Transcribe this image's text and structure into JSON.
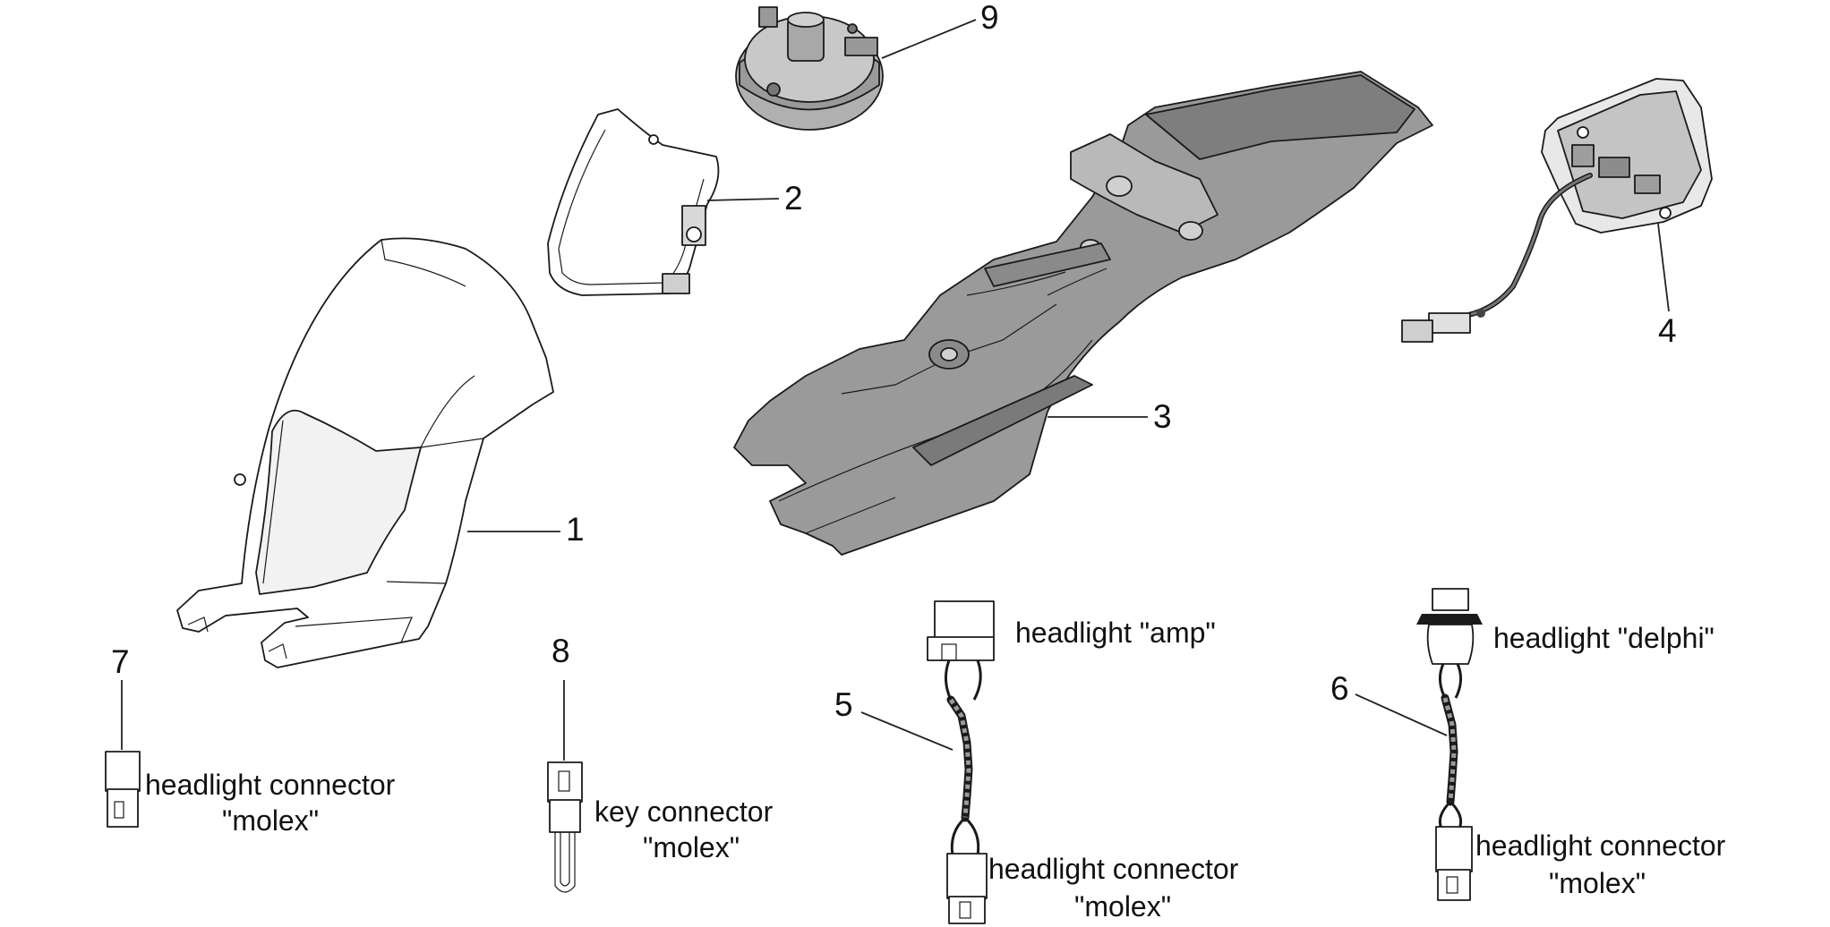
{
  "callouts": {
    "c1": "1",
    "c2": "2",
    "c3": "3",
    "c4": "4",
    "c5": "5",
    "c6": "6",
    "c7": "7",
    "c8": "8",
    "c9": "9"
  },
  "labels": {
    "amp": "headlight \"amp\"",
    "delphi": "headlight \"delphi\"",
    "connector5_line1": "headlight connector",
    "connector5_line2": "\"molex\"",
    "connector6_line1": "headlight connector",
    "connector6_line2": "\"molex\"",
    "connector7_line1": "headlight connector",
    "connector7_line2": "\"molex\"",
    "key_line1": "key connector",
    "key_line2": "\"molex\""
  },
  "colors": {
    "part_dark": "#8c8c8c",
    "part_mid": "#b5b5b5",
    "part_light": "#e4e4e4",
    "line": "#1a1a1a"
  }
}
